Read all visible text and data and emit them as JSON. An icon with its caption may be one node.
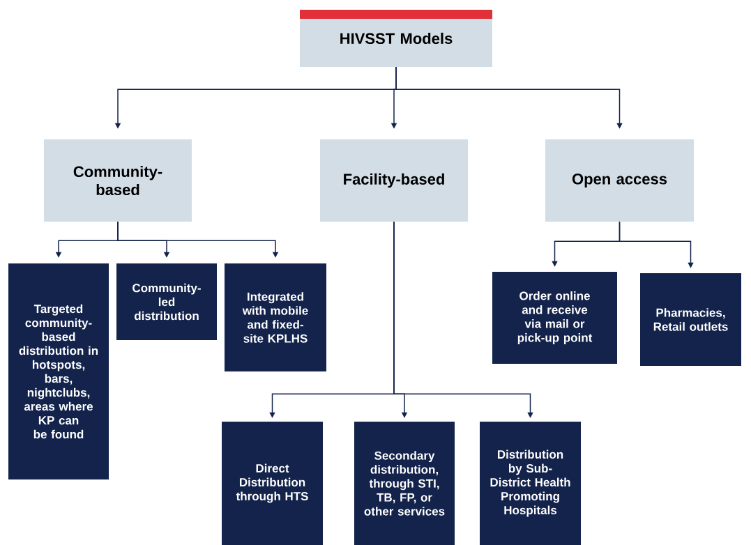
{
  "diagram": {
    "nodes": [
      {
        "text": [
          "HIVSST Models"
        ]
      },
      {
        "text": [
          "Community-based"
        ]
      },
      {
        "text": [
          "Facility-based"
        ]
      },
      {
        "text": [
          "Open access"
        ]
      },
      {
        "text": [
          "Targeted community-based distribution in hotspots, bars, nightclubs, areas where KP can be found"
        ]
      },
      {
        "text": [
          "Community-led distribution"
        ]
      },
      {
        "text": [
          "Integrated with mobile and fixed-site KPLHS"
        ]
      },
      {
        "text": [
          "Direct Distribution through HTS"
        ]
      },
      {
        "text": [
          "Secondary distribution, through STI, TB, FP, or other services"
        ]
      },
      {
        "text": [
          "Distribution by Sub-District Health Promoting Hospitals"
        ]
      },
      {
        "text": [
          "Order online and receive via mail or pick-up point"
        ]
      },
      {
        "text": [
          "Pharmacies, Retail outlets"
        ]
      }
    ],
    "edges": [
      {
        "from": 0,
        "to": 1,
        "arrow": "to"
      },
      {
        "from": 0,
        "to": 2,
        "arrow": "to"
      },
      {
        "from": 0,
        "to": 3,
        "arrow": "to"
      },
      {
        "from": 1,
        "to": 4,
        "arrow": "to"
      },
      {
        "from": 1,
        "to": 5,
        "arrow": "to"
      },
      {
        "from": 1,
        "to": 6,
        "arrow": "to"
      },
      {
        "from": 2,
        "to": 7,
        "arrow": "to"
      },
      {
        "from": 2,
        "to": 8,
        "arrow": "to"
      },
      {
        "from": 2,
        "to": 9,
        "arrow": "to"
      },
      {
        "from": 3,
        "to": 10,
        "arrow": "to"
      },
      {
        "from": 3,
        "to": 11,
        "arrow": "to"
      }
    ]
  }
}
